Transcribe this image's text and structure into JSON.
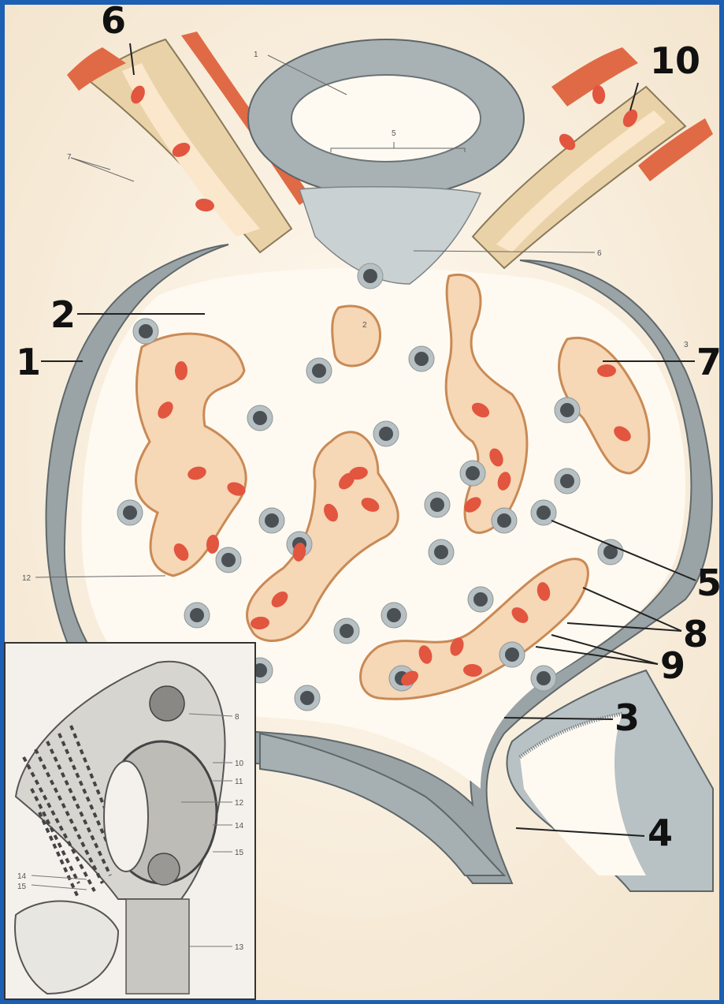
{
  "labels": {
    "l1": "1",
    "l2": "2",
    "l3": "3",
    "l4": "4",
    "l5": "5",
    "l6": "6",
    "l7": "7",
    "l8": "8",
    "l9": "9",
    "l10": "10"
  },
  "small_labels": {
    "s1": "1",
    "s2": "2",
    "s3": "3",
    "s5": "5",
    "s6": "6",
    "s7": "7",
    "s12": "12"
  },
  "inset_labels": {
    "i8": "8",
    "i10": "10",
    "i11": "11",
    "i12": "12",
    "i14": "14",
    "i15": "15",
    "i14b": "14",
    "i15b": "15",
    "i13": "13"
  },
  "colors": {
    "background": "#fdf6ec",
    "frame": "#1d5fb3",
    "capsule": "#8f999c",
    "cell": "#b9c3c5",
    "nucleus": "#4a5054",
    "capillary": "#f6d7b6",
    "erythrocyte": "#e2553f",
    "muscle": "#e06a45"
  }
}
